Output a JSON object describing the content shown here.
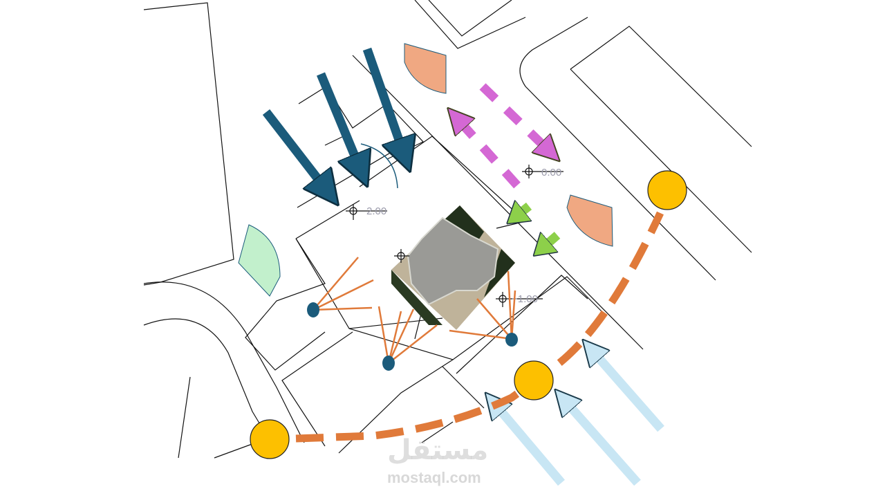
{
  "levels": {
    "north": "0.00",
    "west": "2.00",
    "east": "+1.00"
  },
  "watermark": {
    "arabic": "مستقل",
    "latin": "mostaql.com"
  },
  "colors": {
    "wind_arrow": "#1b5b7b",
    "pedestrian_arrow": "#d468d4",
    "entry_arrow": "#8dd04a",
    "access_arrow": "#c8e6f4",
    "path": "#e07a3a",
    "node": "#fdc000",
    "noise_zone": "#f0a882",
    "green_zone": "#c2f0cc"
  }
}
